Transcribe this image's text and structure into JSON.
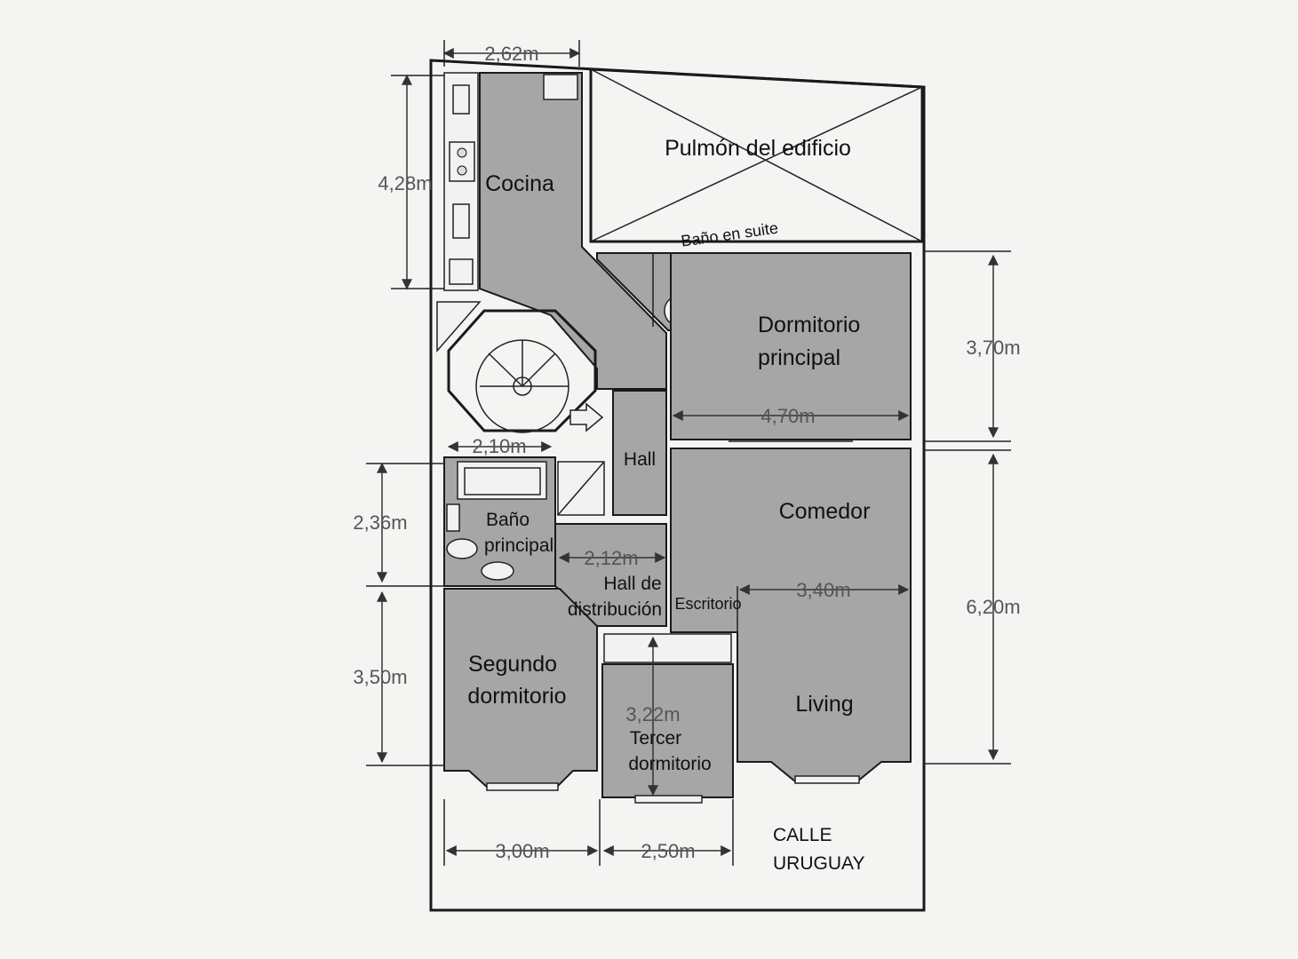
{
  "rooms": {
    "pulmon": "Pulmón del edificio",
    "cocina": "Cocina",
    "bano_suite": "Baño en suite",
    "dormitorio_principal_1": "Dormitorio",
    "dormitorio_principal_2": "principal",
    "hall": "Hall",
    "comedor": "Comedor",
    "bano_principal_1": "Baño",
    "bano_principal_2": "principal",
    "hall_distribucion_1": "Hall de",
    "hall_distribucion_2": "distribución",
    "escritorio": "Escritorio",
    "segundo_dormitorio_1": "Segundo",
    "segundo_dormitorio_2": "dormitorio",
    "tercer_dormitorio_1": "Tercer",
    "tercer_dormitorio_2": "dormitorio",
    "living": "Living"
  },
  "street": {
    "line1": "CALLE",
    "line2": "URUGUAY"
  },
  "dimensions": {
    "top_width": "2,62m",
    "cocina_height": "4,28m",
    "stair_width": "2,10m",
    "bano_height": "2,36m",
    "segundo_height": "3,50m",
    "dorm_height": "3,70m",
    "dorm_width": "4,70m",
    "comedor_height": "6,20m",
    "comedor_width": "3,40m",
    "hall_dist_width": "2,12m",
    "tercer_length": "3,22m",
    "segundo_width": "3,00m",
    "tercer_width": "2,50m"
  }
}
